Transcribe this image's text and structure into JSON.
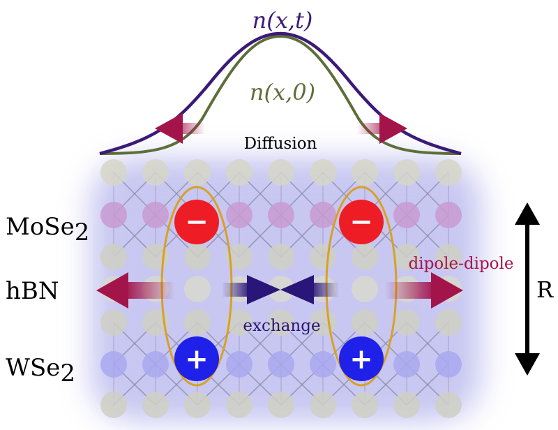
{
  "curves": {
    "later_label": "n(x,t)",
    "initial_label": "n(x,0)",
    "later_color": "#3b1a78",
    "initial_color": "#5e6e3a"
  },
  "labels": {
    "diffusion": "Diffusion",
    "exchange": "exchange",
    "dipole": "dipole-dipole",
    "separation": "R"
  },
  "layers": {
    "top": "MoSe",
    "top_sub": "2",
    "middle": "hBN",
    "bottom": "WSe",
    "bottom_sub": "2"
  },
  "charges": {
    "electron": "−",
    "hole": "+"
  },
  "colors": {
    "electron": "#ee1c24",
    "hole": "#1f20e8",
    "ellipse": "#d8a124",
    "arrow_red": "#a3154a",
    "arrow_navy": "#2a1578",
    "glow": "#8f8fe0"
  },
  "icons": {
    "double_arrow": "vertical-double-arrow-icon"
  }
}
